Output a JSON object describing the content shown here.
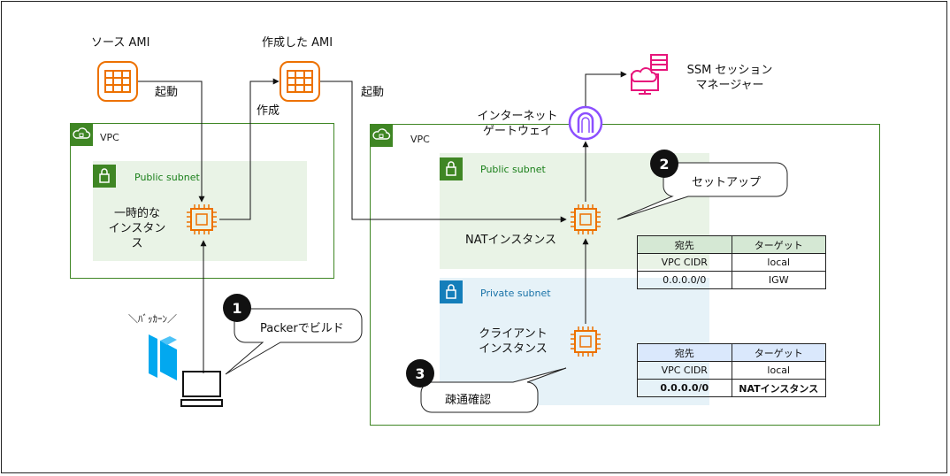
{
  "source_ami": {
    "label": "ソース AMI"
  },
  "created_ami": {
    "label": "作成した AMI"
  },
  "edges": {
    "launch1": "起動",
    "create": "作成",
    "launch2": "起動"
  },
  "vpc_left": {
    "label": "VPC",
    "subnet_label": "Public subnet",
    "instance_label": "一時的な\nインスタンス"
  },
  "vpc_right": {
    "label": "VPC",
    "public_subnet_label": "Public subnet",
    "private_subnet_label": "Private subnet",
    "nat_label": "NATインスタンス",
    "client_label": "クライアント\nインスタンス"
  },
  "igw": {
    "label": "インターネット\nゲートウェイ"
  },
  "ssm": {
    "label": "SSM セッション\nマネージャー"
  },
  "packer": {
    "caption": "＼ﾊﾞｯｶｰﾝ／",
    "bubble": "Packerでビルド",
    "step": "1"
  },
  "setup": {
    "bubble": "セットアップ",
    "step": "2"
  },
  "verify": {
    "bubble": "疎通確認",
    "step": "3"
  },
  "public_route_table": {
    "headers": [
      "宛先",
      "ターゲット"
    ],
    "rows": [
      [
        "VPC CIDR",
        "local"
      ],
      [
        "0.0.0.0/0",
        "IGW"
      ]
    ]
  },
  "private_route_table": {
    "headers": [
      "宛先",
      "ターゲット"
    ],
    "rows": [
      [
        "VPC CIDR",
        "local"
      ],
      [
        "0.0.0.0/0",
        "NATインスタンス"
      ]
    ]
  },
  "colors": {
    "ami": "#ED7100",
    "ec2": "#ED7100",
    "vpc_border": "#3F8624",
    "public_fill": "#E9F3E6",
    "private_fill": "#E6F2F8",
    "public_badge": "#3F8624",
    "private_badge": "#147EBA",
    "igw": "#8C4FFF",
    "ssm": "#E7157B",
    "public_header": "#D5E8D4",
    "private_header": "#DAE8FC"
  }
}
